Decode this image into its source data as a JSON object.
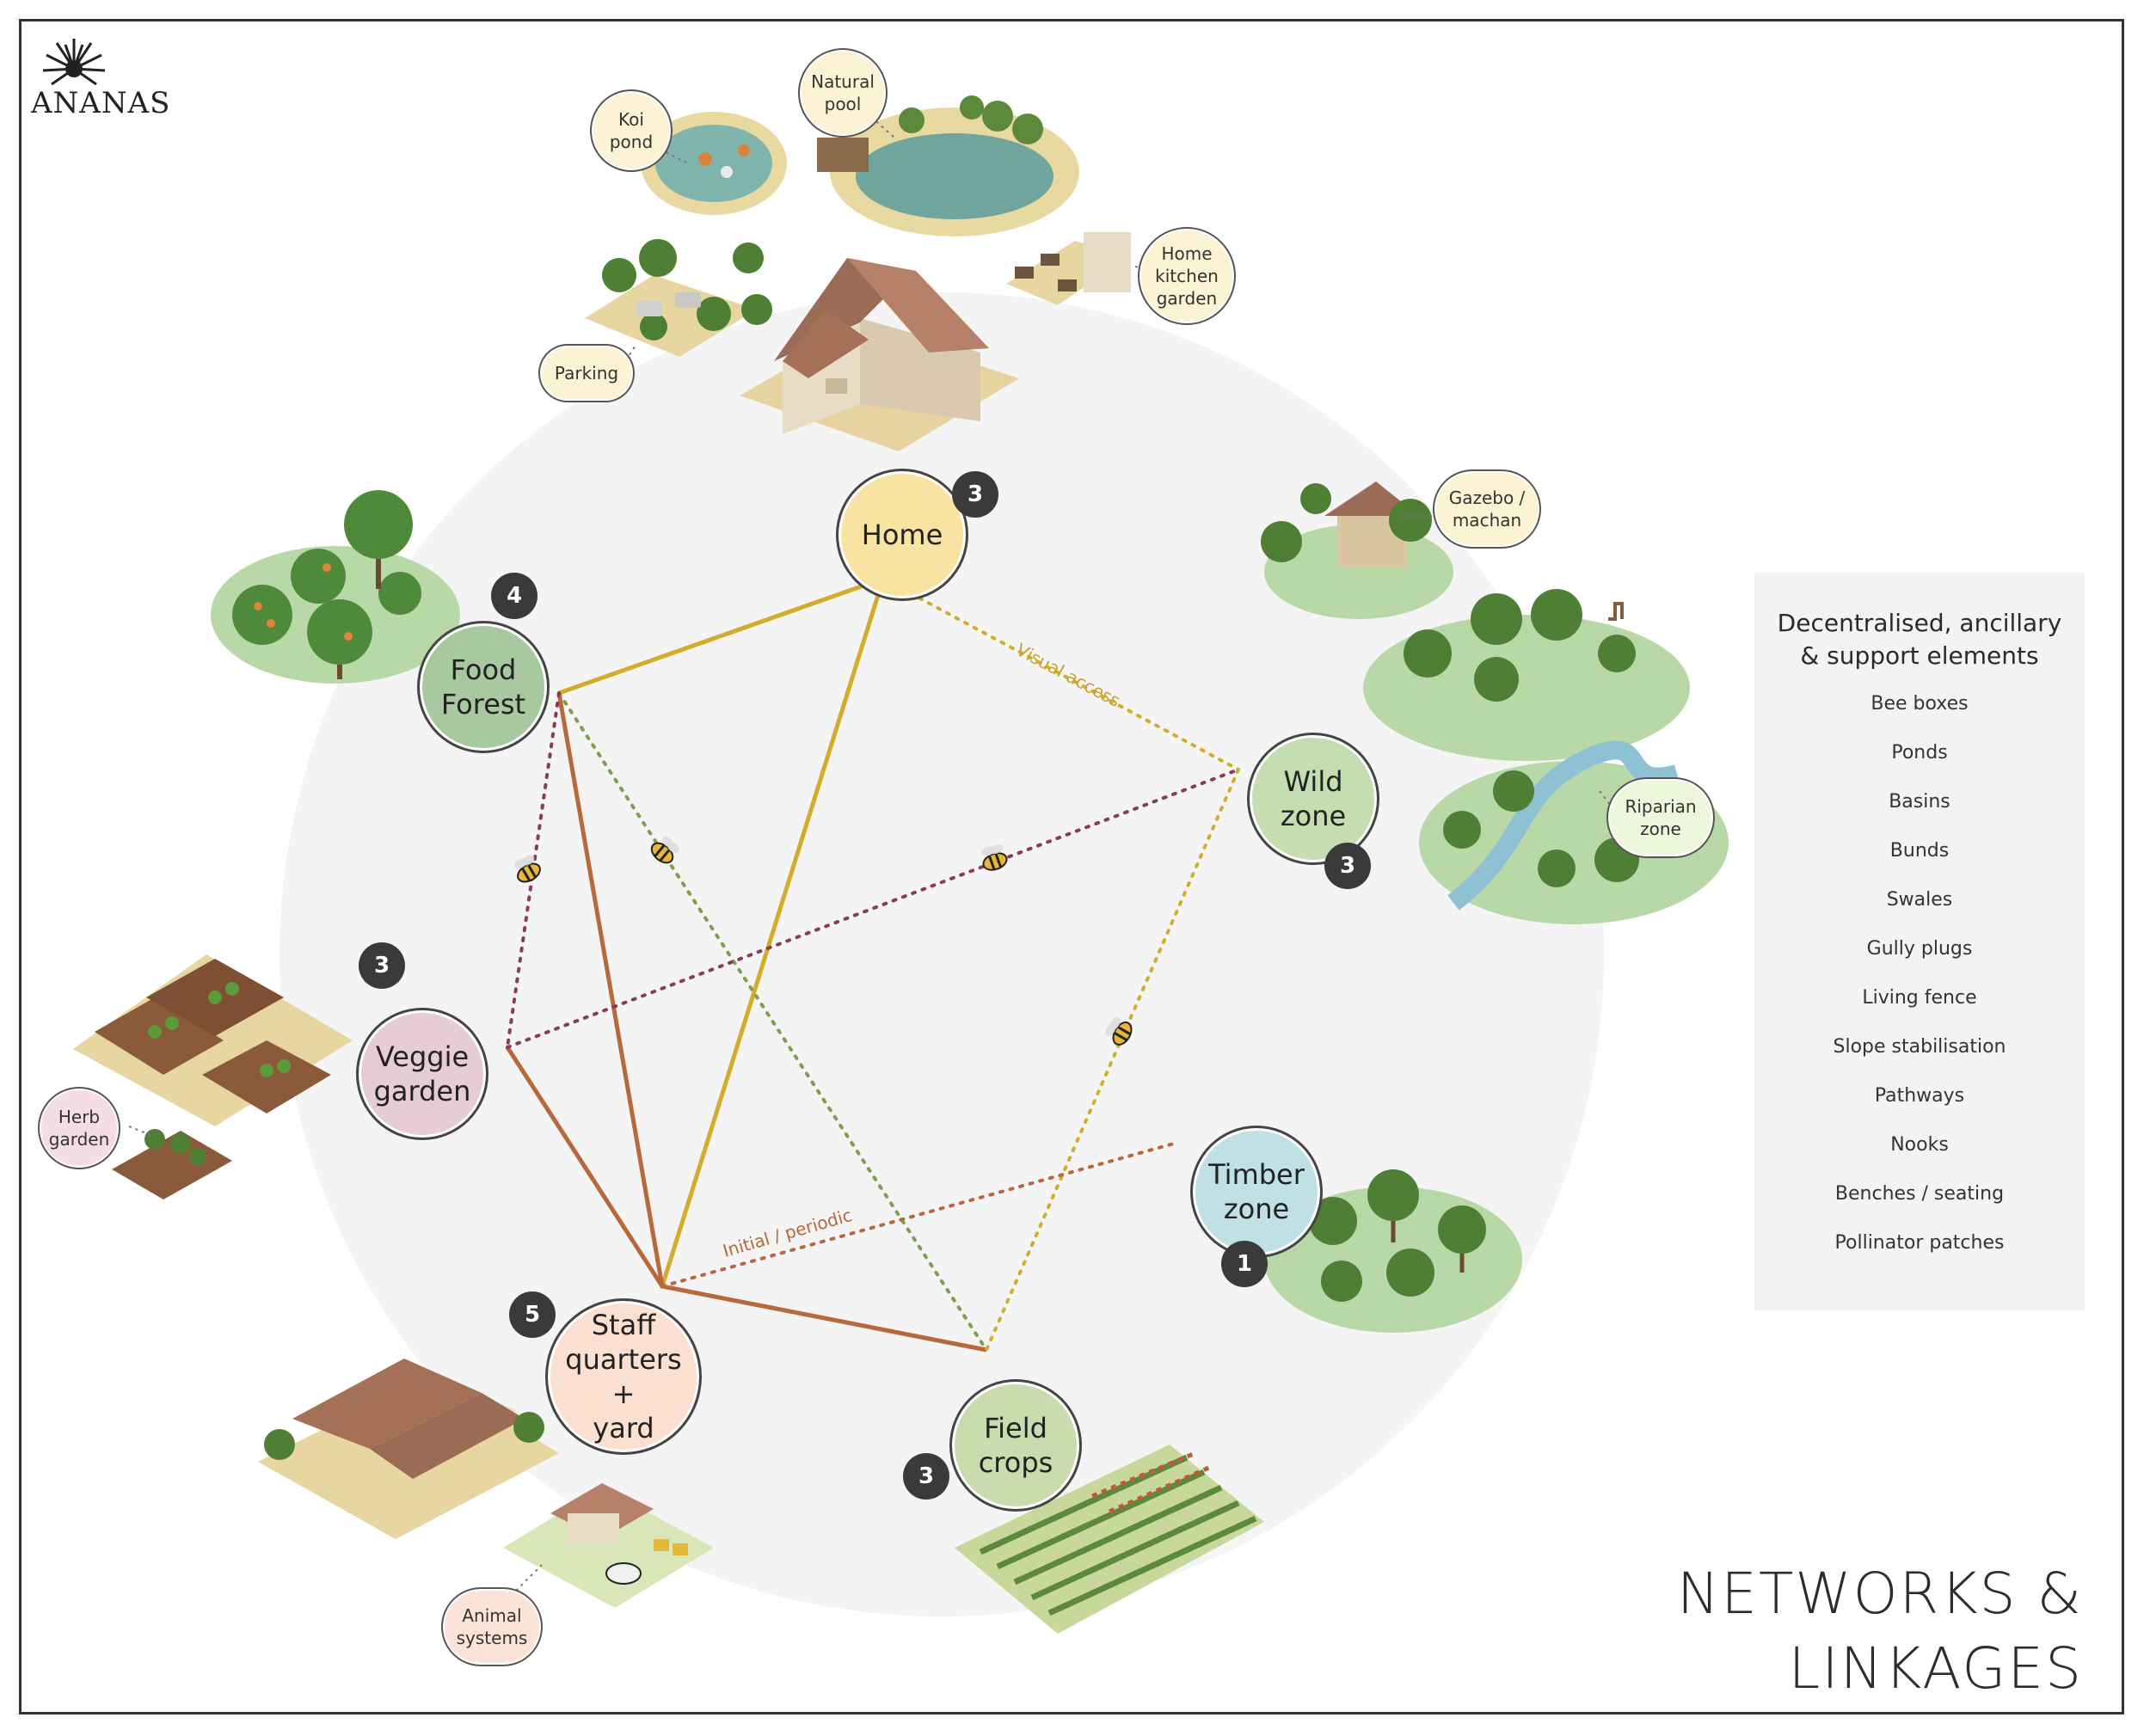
{
  "brand": {
    "logo_text": "ANANAS"
  },
  "title": {
    "line1": "NETWORKS &",
    "line2": "LINKAGES"
  },
  "zones": {
    "home": {
      "label": "Home",
      "badge": "3",
      "color": "#f8e3a3"
    },
    "food_forest": {
      "label_line1": "Food",
      "label_line2": "Forest",
      "badge": "4",
      "color": "#a8c9a0"
    },
    "wild_zone": {
      "label_line1": "Wild",
      "label_line2": "zone",
      "badge": "3",
      "color": "#c4deb2"
    },
    "veggie_garden": {
      "label_line1": "Veggie",
      "label_line2": "garden",
      "badge": "3",
      "color": "#e5ccd6"
    },
    "timber_zone": {
      "label_line1": "Timber",
      "label_line2": "zone",
      "badge": "1",
      "color": "#bfe0e4"
    },
    "staff_quarters": {
      "label_line1": "Staff",
      "label_line2": "quarters +",
      "label_line3": "yard",
      "badge": "5",
      "color": "#fbe0d1"
    },
    "field_crops": {
      "label_line1": "Field",
      "label_line2": "crops",
      "badge": "3",
      "color": "#c9dcae"
    }
  },
  "sub_elements": {
    "koi_pond": {
      "line1": "Koi",
      "line2": "pond"
    },
    "natural_pool": {
      "line1": "Natural",
      "line2": "pool"
    },
    "home_kitchen_garden": {
      "line1": "Home",
      "line2": "kitchen",
      "line3": "garden"
    },
    "parking": {
      "line1": "Parking"
    },
    "gazebo": {
      "line1": "Gazebo /",
      "line2": "machan"
    },
    "riparian_zone": {
      "line1": "Riparian",
      "line2": "zone"
    },
    "herb_garden": {
      "line1": "Herb",
      "line2": "garden"
    },
    "animal_systems": {
      "line1": "Animal",
      "line2": "systems"
    }
  },
  "line_labels": {
    "visual_access": "Visual access",
    "initial_periodic": "Initial / periodic"
  },
  "panel": {
    "title_line1": "Decentralised, ancillary",
    "title_line2": "& support elements",
    "items": [
      "Bee boxes",
      "Ponds",
      "Basins",
      "Bunds",
      "Swales",
      "Gully plugs",
      "Living fence",
      "Slope stabilisation",
      "Pathways",
      "Nooks",
      "Benches / seating",
      "Pollinator patches"
    ]
  },
  "colors": {
    "gold": "#d4ac2b",
    "rust": "#b8683a",
    "green_dot": "#7fa04a",
    "plum_dot": "#8a3b56",
    "bg_circle": "#f4f4f4"
  }
}
